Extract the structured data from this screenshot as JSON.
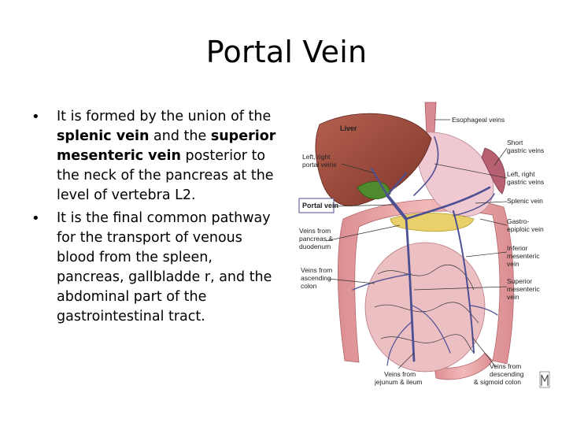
{
  "slide": {
    "title": "Portal Vein",
    "bullet1": {
      "p1": "It is formed by the union of the ",
      "b1": "splenic vein",
      "p2": " and the ",
      "b2": "superior mesenteric vein",
      "p3": " posterior to the neck of the pancreas at the level of vertebra L2."
    },
    "bullet2": "It is the final common pathway for the transport of venous blood from the spleen, pancreas, gallbladde r, and the abdominal part of the gastrointestinal tract."
  },
  "figure": {
    "labels": {
      "liver": "Liver",
      "esophageal": "Esophageal veins",
      "short_gastric_1": "Short",
      "short_gastric_2": "gastric veins",
      "lr_portal_1": "Left, right",
      "lr_portal_2": "portal veins",
      "lr_gastric_1": "Left, right",
      "lr_gastric_2": "gastric veins",
      "portal_vein": "Portal vein",
      "splenic": "Splenic vein",
      "gastro_1": "Gastro-",
      "gastro_2": "epiploic vein",
      "pancreas_1": "Veins from",
      "pancreas_2": "pancreas &",
      "pancreas_3": "duodenum",
      "inferior_1": "Inferior",
      "inferior_2": "mesenteric",
      "inferior_3": "vein",
      "ascending_1": "Veins from",
      "ascending_2": "ascending",
      "ascending_3": "colon",
      "superior_1": "Superior",
      "superior_2": "mesenteric",
      "superior_3": "vein",
      "descending_1": "Veins from",
      "descending_2": "descending",
      "descending_3": "& sigmoid colon",
      "jejunum_1": "Veins from",
      "jejunum_2": "jejunum & ileum"
    },
    "colors": {
      "liver": "#9a4a3c",
      "intestine": "#e7a3a4",
      "stomach": "#efc8d2",
      "gallbladder": "#4f8a2e",
      "pancreas": "#e9d06a",
      "vein": "#4d4f93"
    }
  }
}
